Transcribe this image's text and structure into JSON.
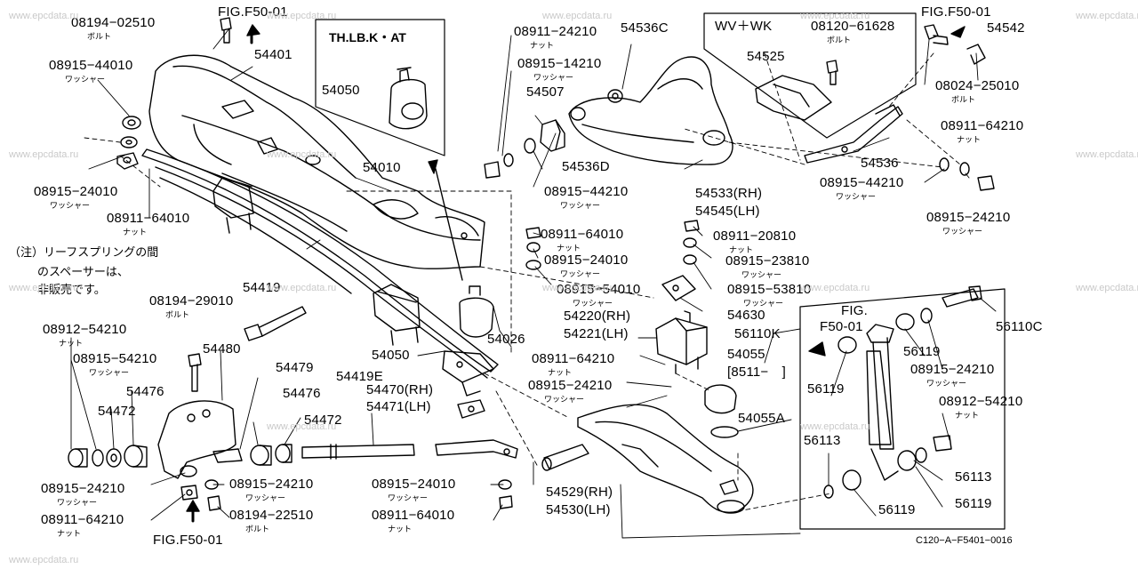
{
  "watermarks": [
    "www.epcdata.ru",
    "www.epcdata.ru",
    "www.epcdata.ru",
    "www.epcdata.ru",
    "www.epcdata.ru",
    "www.epcdata.ru",
    "www.epcdata.ru",
    "www.epcdata.ru",
    "www.epcdata.ru",
    "www.epcdata.ru",
    "www.epcdata.ru",
    "www.epcdata.ru",
    "www.epcdata.ru",
    "www.epcdata.ru",
    "www.epcdata.ru",
    "www.epcdata.ru"
  ],
  "inset_tl": {
    "title": "TH.LB.K・AT",
    "part": "54050"
  },
  "inset_tr": {
    "title": "WV＋WK",
    "bolt": "08120−61628",
    "bolt_sub": "ボルト",
    "part": "54525"
  },
  "note": {
    "line1": "（注）リーフスプリングの間",
    "line2": "のスペーサーは、",
    "line3": "非販売です。"
  },
  "diagram_code": "C120−A−F5401−0016",
  "labels": [
    {
      "t": "08194−02510",
      "s": "ボルト"
    },
    {
      "t": "FIG.F50-01"
    },
    {
      "t": "54401"
    },
    {
      "t": "08915−44010",
      "s": "ワッシャー"
    },
    {
      "t": "54010"
    },
    {
      "t": "08915−24010",
      "s": "ワッシャー"
    },
    {
      "t": "08911−64010",
      "s": "ナット"
    },
    {
      "t": "08194−29010",
      "s": "ボルト"
    },
    {
      "t": "54419"
    },
    {
      "t": "08912−54210",
      "s": "ナット"
    },
    {
      "t": "08915−54210",
      "s": "ワッシャー"
    },
    {
      "t": "54480"
    },
    {
      "t": "54479"
    },
    {
      "t": "54476"
    },
    {
      "t": "54476"
    },
    {
      "t": "54472"
    },
    {
      "t": "54472"
    },
    {
      "t": "54050"
    },
    {
      "t": "54026"
    },
    {
      "t": "54419E"
    },
    {
      "t": "54470(RH)"
    },
    {
      "t": "54471(LH)"
    },
    {
      "t": "08915−24210",
      "s": "ワッシャー"
    },
    {
      "t": "08911−64210",
      "s": "ナット"
    },
    {
      "t": "08915−24210",
      "s": "ワッシャー"
    },
    {
      "t": "08194−22510",
      "s": "ボルト"
    },
    {
      "t": "08915−24010",
      "s": "ワッシャー"
    },
    {
      "t": "08911−64010",
      "s": "ナット"
    },
    {
      "t": "FIG.F50-01"
    },
    {
      "t": "08911−24210",
      "s": "ナット"
    },
    {
      "t": "54536C"
    },
    {
      "t": "08915−14210",
      "s": "ワッシャー"
    },
    {
      "t": "54507"
    },
    {
      "t": "54536D"
    },
    {
      "t": "08915−44210",
      "s": "ワッシャー"
    },
    {
      "t": "54533(RH)"
    },
    {
      "t": "54545(LH)"
    },
    {
      "t": "FIG.F50-01"
    },
    {
      "t": "54542"
    },
    {
      "t": "08024−25010",
      "s": "ボルト"
    },
    {
      "t": "08911−64210",
      "s": "ナット"
    },
    {
      "t": "54536"
    },
    {
      "t": "08915−44210",
      "s": "ワッシャー"
    },
    {
      "t": "08915−24210",
      "s": "ワッシャー"
    },
    {
      "t": "08911−64010",
      "s": "ナット"
    },
    {
      "t": "08915−24010",
      "s": "ワッシャー"
    },
    {
      "t": "08915−54010",
      "s": "ワッシャー"
    },
    {
      "t": "08911−20810",
      "s": "ナット"
    },
    {
      "t": "08915−23810",
      "s": "ワッシャー"
    },
    {
      "t": "08915−53810",
      "s": "ワッシャー"
    },
    {
      "t": "54630"
    },
    {
      "t": "54220(RH)"
    },
    {
      "t": "54221(LH)"
    },
    {
      "t": "56110K"
    },
    {
      "t": "08911−64210",
      "s": "ナット"
    },
    {
      "t": "08915−24210",
      "s": "ワッシャー"
    },
    {
      "t": "54055"
    },
    {
      "t": "[8511−　]"
    },
    {
      "t": "54055A"
    },
    {
      "t": "54529(RH)"
    },
    {
      "t": "54530(LH)"
    },
    {
      "t": "FIG."
    },
    {
      "t": "F50-01"
    },
    {
      "t": "56110C"
    },
    {
      "t": "56119"
    },
    {
      "t": "08915−24210",
      "s": "ワッシャー"
    },
    {
      "t": "56119"
    },
    {
      "t": "08912−54210",
      "s": "ナット"
    },
    {
      "t": "56113"
    },
    {
      "t": "56113"
    },
    {
      "t": "56119"
    },
    {
      "t": "56119"
    }
  ]
}
